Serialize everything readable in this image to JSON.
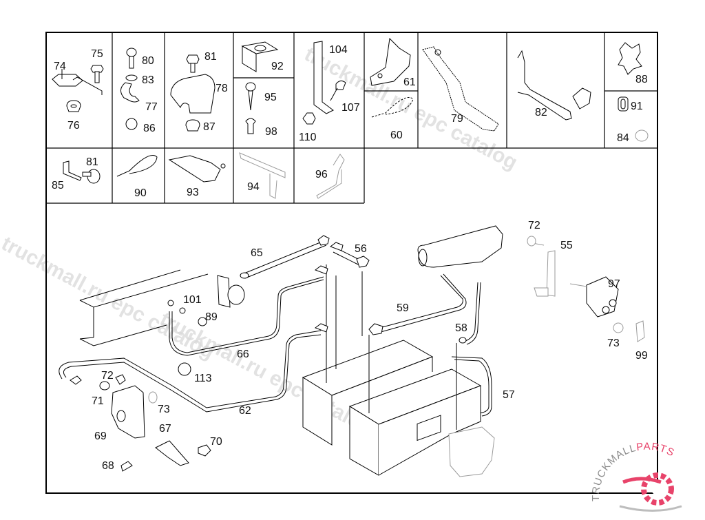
{
  "diagram": {
    "title": "Battery / battery cable parts diagram",
    "watermark_text": [
      "truckmall.ru epc catalog",
      "truckmall.ru epc catalog",
      "truckmall.ru epc catalog"
    ],
    "logo": {
      "text_dark": "TRUCKMALL",
      "text_accent": "PARTS",
      "accent_color": "#e8436a",
      "gray_color": "#9e9e9e"
    },
    "cells": [
      {
        "id": "c1",
        "labels": [
          "74",
          "75",
          "76"
        ]
      },
      {
        "id": "c2",
        "labels": [
          "80",
          "83",
          "77",
          "86"
        ]
      },
      {
        "id": "c3",
        "labels": [
          "81",
          "78",
          "87"
        ]
      },
      {
        "id": "c4a",
        "labels": [
          "92"
        ]
      },
      {
        "id": "c4b",
        "labels": [
          "95",
          "98"
        ]
      },
      {
        "id": "c5",
        "labels": [
          "104",
          "107",
          "110"
        ]
      },
      {
        "id": "c6a",
        "labels": [
          "61"
        ]
      },
      {
        "id": "c6b",
        "labels": [
          "60"
        ]
      },
      {
        "id": "c7",
        "labels": [
          "79"
        ]
      },
      {
        "id": "c8",
        "labels": [
          "82"
        ]
      },
      {
        "id": "c9a",
        "labels": [
          "88"
        ]
      },
      {
        "id": "c9b",
        "labels": [
          "91",
          "84"
        ]
      },
      {
        "id": "r2c1",
        "labels": [
          "81",
          "85"
        ]
      },
      {
        "id": "r2c2",
        "labels": [
          "90"
        ]
      },
      {
        "id": "r2c3",
        "labels": [
          "93"
        ]
      },
      {
        "id": "r2c4",
        "labels": [
          "94"
        ]
      },
      {
        "id": "r2c5",
        "labels": [
          "96"
        ]
      }
    ],
    "main_labels": [
      "65",
      "56",
      "72",
      "55",
      "101",
      "89",
      "59",
      "97",
      "58",
      "66",
      "113",
      "73",
      "99",
      "72",
      "71",
      "73",
      "57",
      "62",
      "67",
      "69",
      "70",
      "68"
    ]
  }
}
